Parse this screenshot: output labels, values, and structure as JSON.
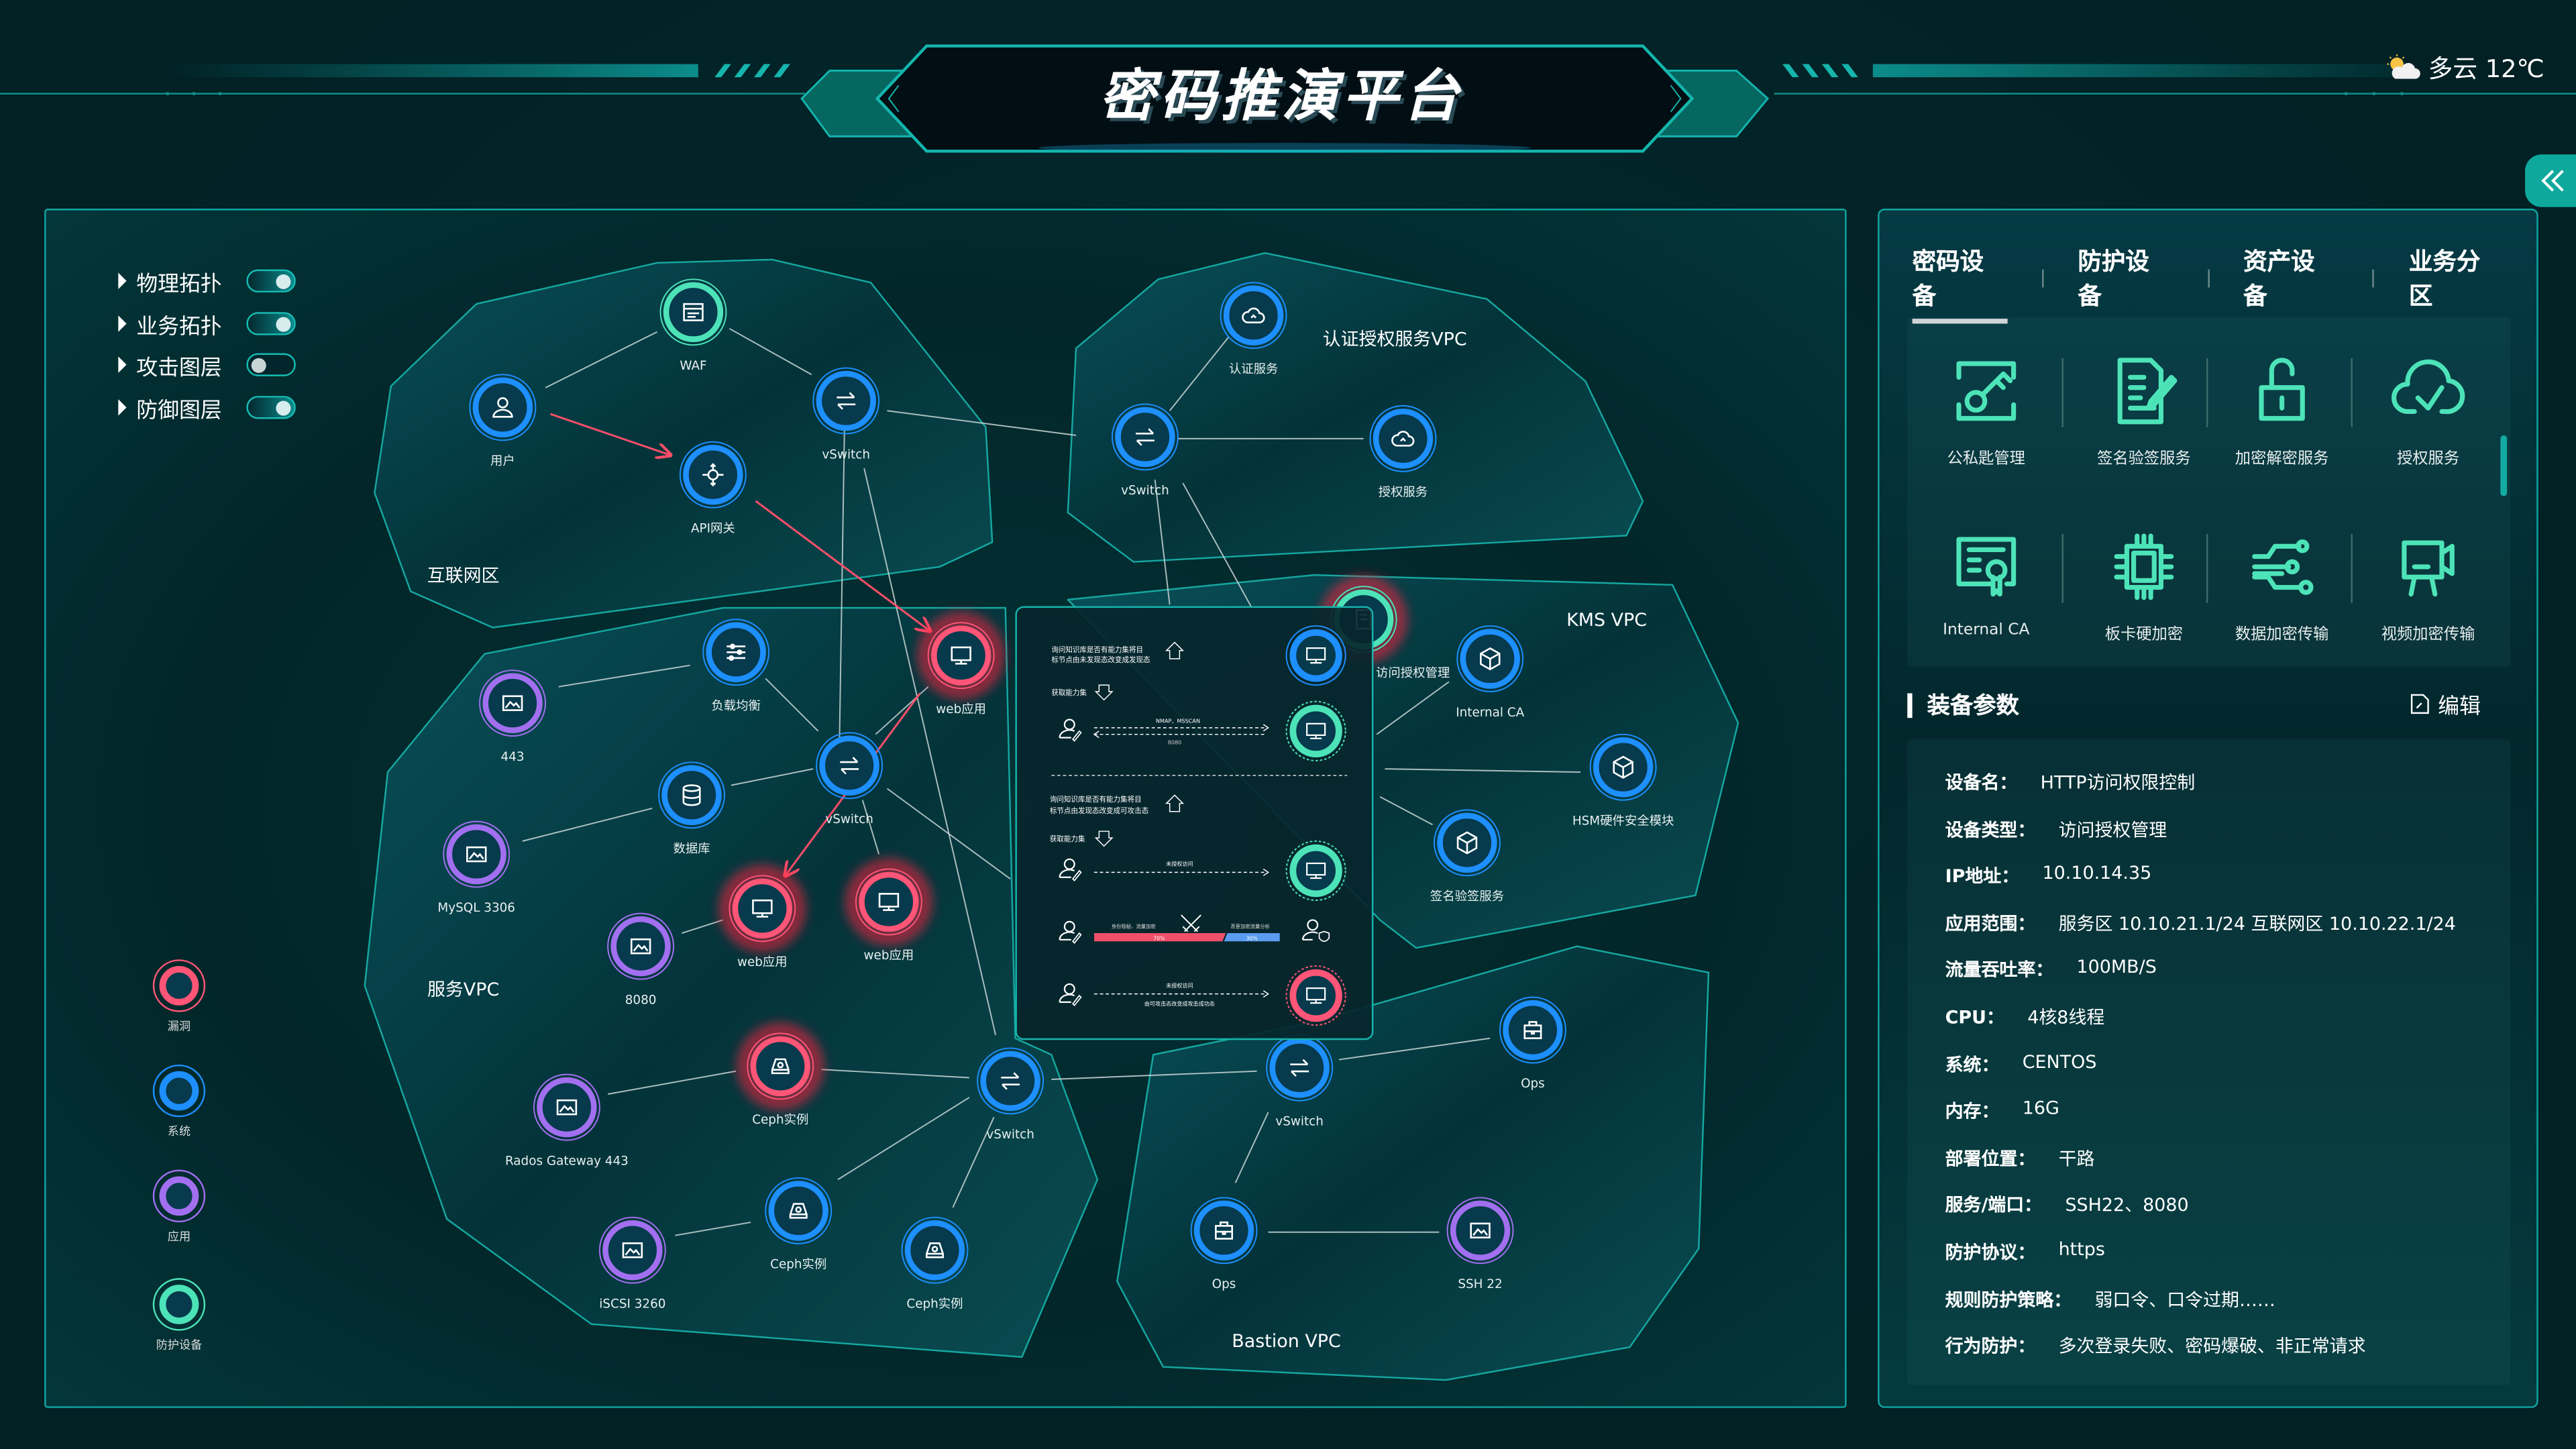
{
  "header": {
    "title": "密码推演平台",
    "weather": {
      "icon": "partly-cloudy-icon",
      "text": "多云 12℃"
    }
  },
  "layers": [
    {
      "label": "物理拓扑",
      "on": true
    },
    {
      "label": "业务拓扑",
      "on": true
    },
    {
      "label": "攻击图层",
      "on": false
    },
    {
      "label": "防御图层",
      "on": true
    }
  ],
  "legend": [
    {
      "label": "漏洞",
      "color": "#ff5577"
    },
    {
      "label": "系统",
      "color": "#1e8fff"
    },
    {
      "label": "应用",
      "color": "#a26ff0"
    },
    {
      "label": "防护设备",
      "color": "#4de3b8"
    }
  ],
  "zones": [
    {
      "id": "internet",
      "label": "互联网区"
    },
    {
      "id": "auth",
      "label": "认证授权服务VPC"
    },
    {
      "id": "service",
      "label": "服务VPC"
    },
    {
      "id": "kms",
      "label": "KMS VPC"
    },
    {
      "id": "bastion",
      "label": "Bastion VPC"
    }
  ],
  "nodes": [
    {
      "id": "waf",
      "label": "WAF",
      "type": "green",
      "icon": "waf"
    },
    {
      "id": "user",
      "label": "用户",
      "type": "blue",
      "icon": "user"
    },
    {
      "id": "api",
      "label": "API网关",
      "type": "blue",
      "icon": "gateway"
    },
    {
      "id": "vs1",
      "label": "vSwitch",
      "type": "blue",
      "icon": "switch"
    },
    {
      "id": "authsvc",
      "label": "认证服务",
      "type": "blue",
      "icon": "cloud"
    },
    {
      "id": "vs2",
      "label": "vSwitch",
      "type": "blue",
      "icon": "switch"
    },
    {
      "id": "grantsvc",
      "label": "授权服务",
      "type": "blue",
      "icon": "cloud"
    },
    {
      "id": "p443",
      "label": "443",
      "type": "purple",
      "icon": "image"
    },
    {
      "id": "lb",
      "label": "负载均衡",
      "type": "blue",
      "icon": "sliders"
    },
    {
      "id": "vs3",
      "label": "vSwitch",
      "type": "blue",
      "icon": "switch"
    },
    {
      "id": "web1",
      "label": "web应用",
      "type": "red",
      "icon": "monitor",
      "glow": true
    },
    {
      "id": "db",
      "label": "数据库",
      "type": "blue",
      "icon": "db"
    },
    {
      "id": "mysql",
      "label": "MySQL 3306",
      "type": "purple",
      "icon": "image"
    },
    {
      "id": "p8080",
      "label": "8080",
      "type": "purple",
      "icon": "image"
    },
    {
      "id": "web2",
      "label": "web应用",
      "type": "red",
      "icon": "monitor",
      "glow": true
    },
    {
      "id": "web3",
      "label": "web应用",
      "type": "red",
      "icon": "monitor",
      "glow": true
    },
    {
      "id": "ceph1",
      "label": "Ceph实例",
      "type": "red",
      "icon": "disk",
      "glow": true
    },
    {
      "id": "rados",
      "label": "Rados Gateway 443",
      "type": "purple",
      "icon": "image"
    },
    {
      "id": "vs4",
      "label": "vSwitch",
      "type": "blue",
      "icon": "switch"
    },
    {
      "id": "ceph2",
      "label": "Ceph实例",
      "type": "blue",
      "icon": "disk"
    },
    {
      "id": "iscsi",
      "label": "iSCSI 3260",
      "type": "purple",
      "icon": "image"
    },
    {
      "id": "ceph3",
      "label": "Ceph实例",
      "type": "blue",
      "icon": "disk"
    },
    {
      "id": "acm",
      "label": "访问授权管理",
      "type": "green",
      "icon": "server",
      "glow": true
    },
    {
      "id": "ica",
      "label": "Internal CA",
      "type": "blue",
      "icon": "cube"
    },
    {
      "id": "hsm",
      "label": "HSM硬件安全模块",
      "type": "blue",
      "icon": "cube"
    },
    {
      "id": "sign",
      "label": "签名验签服务",
      "type": "blue",
      "icon": "cube"
    },
    {
      "id": "vs5",
      "label": "vSwitch",
      "type": "blue",
      "icon": "switch"
    },
    {
      "id": "ops1",
      "label": "Ops",
      "type": "blue",
      "icon": "ops"
    },
    {
      "id": "ops2",
      "label": "Ops",
      "type": "blue",
      "icon": "ops"
    },
    {
      "id": "ssh",
      "label": "SSH 22",
      "type": "purple",
      "icon": "image"
    }
  ],
  "popup": {
    "step1_text": [
      "询问知识库是否有能力集将目",
      "标节点由未发现态改变成发现态"
    ],
    "step1_fetch": "获取能力集",
    "step1_arrow_top": "NMAP、MSSCAN",
    "step1_arrow_bottom": "8080",
    "step2_text": [
      "询问知识库是否有能力集将目",
      "标节点由发现态改变成可攻击态"
    ],
    "step2_fetch": "获取能力集",
    "step2_arrow": "未授权访问",
    "battle": {
      "attack_label": "身份隐秘、流量加密",
      "attack_pct": 70,
      "attack_text": "70%",
      "defense_label": "恶意加密流量分析",
      "defense_pct": 30,
      "defense_text": "30%"
    },
    "step3_arrow_top": "未授权访问",
    "step3_arrow_bottom": "由可攻击态改变成攻击成功态"
  },
  "right_panel": {
    "tabs": [
      {
        "label": "密码设备",
        "active": true
      },
      {
        "label": "防护设备",
        "active": false
      },
      {
        "label": "资产设备",
        "active": false
      },
      {
        "label": "业务分区",
        "active": false
      }
    ],
    "devices": [
      {
        "label": "公私匙管理",
        "icon": "key-icon"
      },
      {
        "label": "签名验签服务",
        "icon": "sign-document-icon"
      },
      {
        "label": "加密解密服务",
        "icon": "unlock-icon"
      },
      {
        "label": "授权服务",
        "icon": "cloud-check-icon"
      },
      {
        "label": "Internal CA",
        "icon": "certificate-icon"
      },
      {
        "label": "板卡硬加密",
        "icon": "chip-icon"
      },
      {
        "label": "数据加密传输",
        "icon": "data-flow-icon"
      },
      {
        "label": "视频加密传输",
        "icon": "video-camera-icon"
      }
    ],
    "section_title": "装备参数",
    "edit_label": "编辑",
    "params": [
      {
        "k": "设备名：",
        "v": "HTTP访问权限控制"
      },
      {
        "k": "设备类型：",
        "v": "访问授权管理"
      },
      {
        "k": "IP地址：",
        "v": "10.10.14.35"
      },
      {
        "k": "应用范围：",
        "v": "服务区 10.10.21.1/24   互联网区 10.10.22.1/24"
      },
      {
        "k": "流量吞吐率：",
        "v": "100MB/S"
      },
      {
        "k": "CPU：",
        "v": "4核8线程"
      },
      {
        "k": "系统：",
        "v": "CENTOS"
      },
      {
        "k": "内存：",
        "v": "16G"
      },
      {
        "k": "部署位置：",
        "v": "干路"
      },
      {
        "k": "服务/端口：",
        "v": "SSH22、8080"
      },
      {
        "k": "防护协议：",
        "v": "https"
      },
      {
        "k": "规则防护策略：",
        "v": "弱口令、口令过期……"
      },
      {
        "k": "行为防护：",
        "v": "多次登录失败、密码爆破、非正常请求"
      }
    ]
  },
  "colors": {
    "accent": "#10a5a0",
    "blue": "#1e8fff",
    "green": "#4de3b8",
    "purple": "#a26ff0",
    "red": "#ff5577",
    "attack": "#f0506a",
    "defense": "#5b9cf0"
  }
}
